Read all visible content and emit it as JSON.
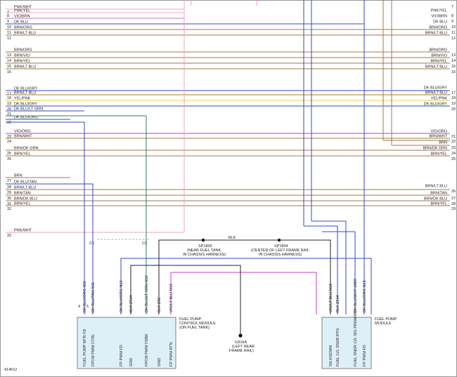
{
  "diagram_id": "414612",
  "left_rows": [
    {
      "num": "7",
      "label": "PNK/WHT",
      "color": "#f2a0c0"
    },
    {
      "num": "8",
      "label": "PNK/YEL",
      "color": "#f2a0c0"
    },
    {
      "num": "9",
      "label": "VIO/BRN",
      "color": "#b07cc6"
    },
    {
      "num": "10",
      "label": "DK BLU",
      "color": "#3a46c8"
    },
    {
      "num": "11",
      "label": "BRN/ORG",
      "color": "#a07a4a"
    },
    {
      "num": "12",
      "label": "BRN/LT BLU",
      "color": "#a07a4a"
    },
    {
      "num": "13",
      "label": "BRN/ORG",
      "color": "#a07a4a"
    },
    {
      "num": "14",
      "label": "BRN/VIO",
      "color": "#a07a4a"
    },
    {
      "num": "15",
      "label": "BRN/YEL",
      "color": "#a07a4a"
    },
    {
      "num": "16",
      "label": "BRN/LT BLU",
      "color": "#a07a4a"
    },
    {
      "num": "17",
      "label": "DK BLU/GRY",
      "color": "#3a46c8"
    },
    {
      "num": "18",
      "label": "BRN/LT BLU",
      "color": "#a07a4a"
    },
    {
      "num": "19",
      "label": "YEL/PNK",
      "color": "#e8d040"
    },
    {
      "num": "20",
      "label": "DK BLU/GRY",
      "color": "#3a46c8"
    },
    {
      "num": "21",
      "label": "DK BLU/LT GRN",
      "color": "#3a46c8"
    },
    {
      "num": "22",
      "label": "DK BLU/ORG",
      "color": "#3a46c8"
    },
    {
      "num": "23",
      "label": "VIO/ORG",
      "color": "#c040c0"
    },
    {
      "num": "24",
      "label": "BRN/WHT",
      "color": "#a07a4a"
    },
    {
      "num": "25",
      "label": "BRN/DK GRN",
      "color": "#a07a4a"
    },
    {
      "num": "26",
      "label": "BRN/YEL",
      "color": "#a07a4a"
    },
    {
      "num": "27",
      "label": "BRN",
      "color": "#a07a4a"
    },
    {
      "num": "28",
      "label": "DK BLU/TAN",
      "color": "#3a46c8"
    },
    {
      "num": "29",
      "label": "BRN/LT BLU",
      "color": "#a07a4a"
    },
    {
      "num": "30",
      "label": "BRN/TAN",
      "color": "#a07a4a"
    },
    {
      "num": "31",
      "label": "BRN/DK BLU",
      "color": "#a07a4a"
    },
    {
      "num": "32",
      "label": "BRN/YEL",
      "color": "#a07a4a"
    },
    {
      "num": "33",
      "label": "PNK/WHT",
      "color": "#f2a0c0"
    }
  ],
  "right_rows": [
    {
      "num": "7",
      "label": "",
      "color": "#f2a0c0"
    },
    {
      "num": "8",
      "label": "PNK/YEL",
      "color": "#f2a0c0"
    },
    {
      "num": "9",
      "label": "VIO/BRN",
      "color": "#b07cc6"
    },
    {
      "num": "10",
      "label": "DK BLU",
      "color": "#3a46c8"
    },
    {
      "num": "11",
      "label": "BRN/ORG",
      "color": "#a07a4a"
    },
    {
      "num": "12",
      "label": "BRN/LT BLU",
      "color": "#a07a4a"
    },
    {
      "num": "13",
      "label": "BRN/ORG",
      "color": "#a07a4a"
    },
    {
      "num": "14",
      "label": "BRN/VIO",
      "color": "#a07a4a"
    },
    {
      "num": "15",
      "label": "BRN/YEL",
      "color": "#a07a4a"
    },
    {
      "num": "16",
      "label": "BRN/LT BLU",
      "color": "#a07a4a"
    },
    {
      "num": "17",
      "label": "DK BLU/GRY",
      "color": "#3a46c8"
    },
    {
      "num": "18",
      "label": "BRN/LT BLU",
      "color": "#a07a4a"
    },
    {
      "num": "19",
      "label": "YEL/PNK",
      "color": "#e8d040"
    },
    {
      "num": "20",
      "label": "DK BLU/GRY",
      "color": "#3a46c8"
    },
    {
      "num": "21",
      "label": "VIO/ORG",
      "color": "#c040c0"
    },
    {
      "num": "22",
      "label": "BRN/WHT",
      "color": "#a07a4a"
    },
    {
      "num": "23",
      "label": "BRN",
      "color": "#a07a4a"
    },
    {
      "num": "24",
      "label": "BRN/DK GRN",
      "color": "#a07a4a"
    },
    {
      "num": "25",
      "label": "BRN/YEL",
      "color": "#a07a4a"
    },
    {
      "num": "26",
      "label": "BRN/LT BLU",
      "color": "#a07a4a"
    },
    {
      "num": "27",
      "label": "BRN/TAN",
      "color": "#a07a4a"
    },
    {
      "num": "28",
      "label": "BRN/DK BLU",
      "color": "#a07a4a"
    },
    {
      "num": "29",
      "label": "BRN/YEL",
      "color": "#a07a4a"
    }
  ],
  "splices": {
    "sp1805": {
      "id": "SP1805",
      "desc1": "(NEAR FUEL TANK,",
      "desc2": "IN CHASSIS HARNESS)"
    },
    "sp1804": {
      "id": "SP1804",
      "desc1": "(CENTER OF LEFT FRAME RAIL",
      "desc2": "IN CHASSIS HARNESS)"
    },
    "blk_label": "BLK"
  },
  "ground": {
    "id": "G916A",
    "desc1": "(LEFT REAR",
    "desc2": "FRAME RAIL)"
  },
  "fppcm": {
    "name1": "FUEL PUMP",
    "name2": "CONTROL MODULE",
    "name3": "(ON FUEL TANK)",
    "pins": [
      {
        "wire": "DK BLU/ORG",
        "circuit": "N11",
        "pin": "4",
        "func": "FUEL PUMP MTR FD"
      },
      {
        "wire": "DK BLU/TAN",
        "circuit": "N11",
        "pin": "5",
        "func": "FPCM PWM CTRL"
      },
      {
        "wire": "",
        "circuit": "",
        "pin": "",
        "func": ""
      },
      {
        "wire": "DK BLU/ORG",
        "circuit": "N13",
        "pin": "",
        "func": "FP PWM FD"
      },
      {
        "wire": "BLK",
        "circuit": "Z914",
        "pin": "",
        "func": "GND"
      },
      {
        "wire": "DK BLU/LT GRN",
        "circuit": "N12",
        "pin": "",
        "func": "FPCM PWM FDBK"
      },
      {
        "wire": "BLK",
        "circuit": "Z31",
        "pin": "",
        "func": "GND"
      },
      {
        "wire": "VIO/LT BLU",
        "circuit": "N14",
        "pin": "",
        "func": "FP PWM RTN"
      }
    ]
  },
  "fpm": {
    "name1": "FUEL PUMP",
    "name2": "MODULE",
    "pins": [
      {
        "wire": "VIO/LT BLU",
        "circuit": "N14",
        "func": "SN KNOWN"
      },
      {
        "wire": "BLK",
        "circuit": "Z914",
        "func": "FUEL LVL SNSR RTN"
      },
      {
        "wire": "DK BLU/WHT",
        "circuit": "Z809",
        "func": "FUEL SNDR LVL SIG PRIMARY"
      },
      {
        "wire": "DK BLU/ORG",
        "circuit": "N13",
        "func": "FP PWM FD"
      }
    ]
  },
  "connector_labels": {
    "a": "C1",
    "b": "C2"
  }
}
